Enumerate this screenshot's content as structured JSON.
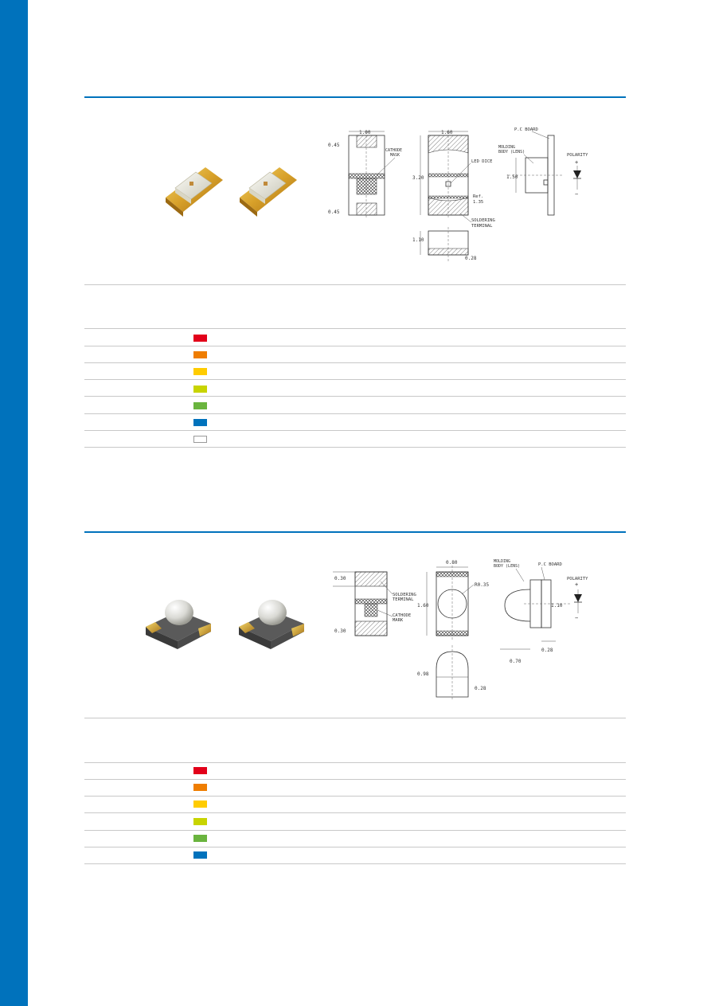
{
  "colors": {
    "sidebar": "#0072bc",
    "rule_accent": "#0072bc",
    "rule_divider": "#c8c8c8",
    "red": "#e2001a",
    "orange": "#ef7d00",
    "yellow": "#ffcc00",
    "lime": "#c8d400",
    "green": "#6ab43e",
    "blue": "#0072bc",
    "white": "#ffffff"
  },
  "section1": {
    "photo_alt": "SMD LED package photos (flat lens)",
    "drawing": {
      "dim_width": "1.00",
      "dim_top": "0.45",
      "dim_bottom": "0.45",
      "cathode_mask": [
        "CATHODE",
        "MASK"
      ],
      "dim_width2": "1.60",
      "dim_height": "3.20",
      "led_dice": "LED DICE",
      "ref_label": "Ref.",
      "ref_value": "1.35",
      "soldering": [
        "SOLDERING",
        "TERMINAL"
      ],
      "dim_thickness": "1.10",
      "dim_pad": "0.28",
      "pc_board": "P.C BOARD",
      "molding": [
        "MOLDING",
        "BODY (LENS)"
      ],
      "dim_side": "1.50",
      "polarity": "POLARITY",
      "plus": "+",
      "minus": "−"
    },
    "color_chips": [
      "red",
      "orange",
      "yellow",
      "lime",
      "green",
      "blue",
      "white"
    ]
  },
  "section2": {
    "photo_alt": "SMD LED package photos (dome lens)",
    "drawing": {
      "dim_top": "0.30",
      "dim_bottom": "0.30",
      "soldering": [
        "SOLDERING",
        "TERMINAL"
      ],
      "cathode_mark": [
        "CATHODE",
        "MARK"
      ],
      "dim_width": "0.80",
      "radius": "R0.35",
      "dim_height": "1.60",
      "dim_dome": "0.98",
      "dim_pad": "0.28",
      "molding": [
        "MOLDING",
        "BODY (LENS)"
      ],
      "pc_board": "P.C BOARD",
      "polarity": "POLARITY",
      "plus": "+",
      "minus": "−",
      "dim_side": "1.10",
      "dim_base": "0.70",
      "dim_board": "0.28"
    },
    "color_chips": [
      "red",
      "orange",
      "yellow",
      "lime",
      "green",
      "blue"
    ]
  }
}
